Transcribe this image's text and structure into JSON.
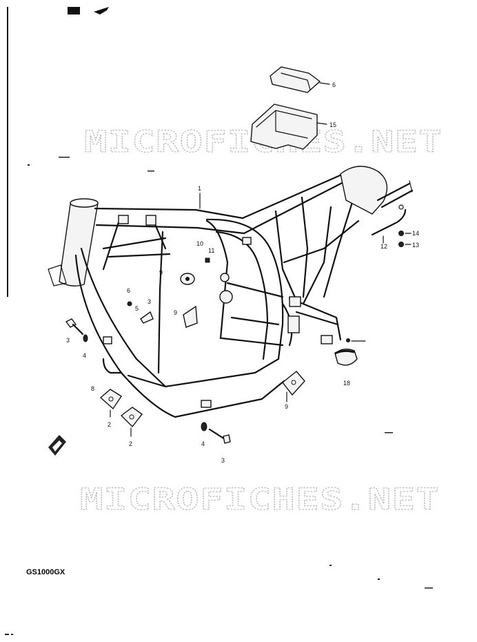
{
  "watermark": "MICROFICHES.NET",
  "model_code": "GS1000GX",
  "callouts": {
    "c1": "1",
    "c2a": "2",
    "c2b": "2",
    "c3a": "3",
    "c3b": "3",
    "c3c": "3",
    "c4a": "4",
    "c4b": "4",
    "c5": "5",
    "c6a": "6",
    "c6b": "6",
    "c8": "8",
    "c9a": "9",
    "c9b": "9",
    "c9c": "9",
    "c10": "10",
    "c11": "11",
    "c12": "12",
    "c13": "13",
    "c14": "14",
    "c15": "15",
    "c18": "18"
  },
  "icons": {
    "diagram": "motorcycle-frame-assembly",
    "seat_cover": "seat-cover-part",
    "tray": "battery-tray-part",
    "bracket_a": "engine-mount-bracket",
    "bracket_b": "engine-mount-bracket",
    "cap": "rubber-cap-part",
    "mark_top": "filled-arrow-mark",
    "mark_bottom": "small-frame-icon"
  }
}
